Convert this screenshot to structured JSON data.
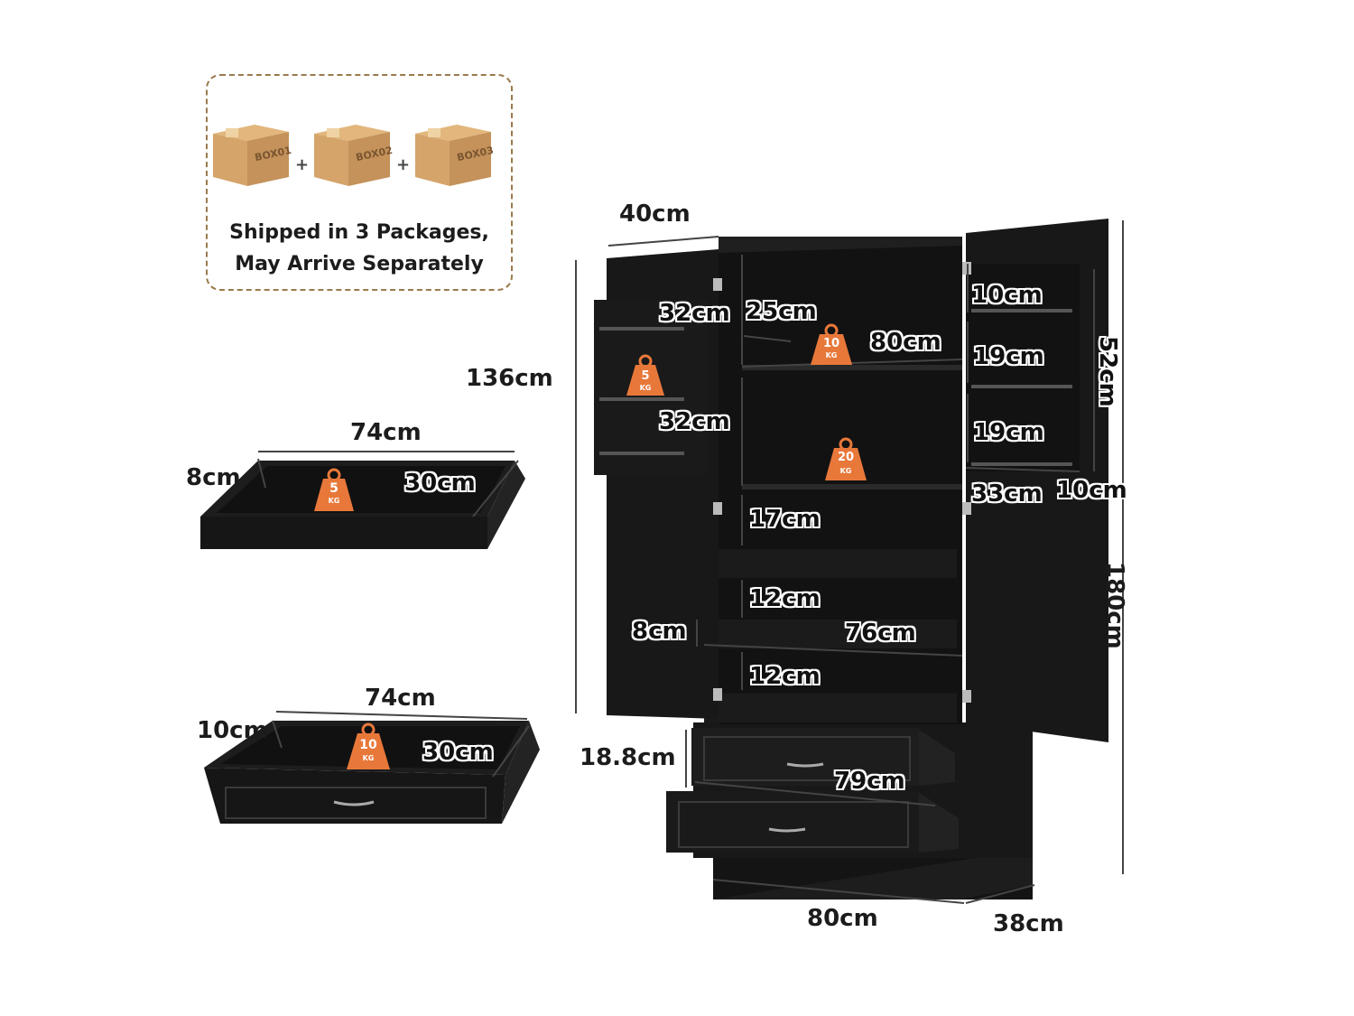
{
  "packages": {
    "boxes": [
      "BOX01",
      "BOX02",
      "BOX03"
    ],
    "line1": "Shipped in 3 Packages,",
    "line2": "May Arrive Separately"
  },
  "small_drawer": {
    "width": "74cm",
    "height": "8cm",
    "depth": "30cm",
    "weight_value": "5",
    "weight_unit": "KG"
  },
  "large_drawer": {
    "width": "74cm",
    "height": "10cm",
    "depth": "30cm",
    "weight_value": "10",
    "weight_unit": "KG"
  },
  "cabinet": {
    "door_width": "40cm",
    "left_door_height": "136cm",
    "total_height": "180cm",
    "door_rack_height": "52cm",
    "left_rack_shelf_top": "32cm",
    "left_rack_shelf_bottom": "32cm",
    "left_rack_weight": "5",
    "shelf_top_height": "25cm",
    "shelf_width": "80cm",
    "shelf_top_weight": "10",
    "shelf_mid_weight": "20",
    "right_rack_gap1": "10cm",
    "right_rack_gap2": "19cm",
    "right_rack_gap3": "19cm",
    "right_rack_width": "33cm",
    "right_rack_depth": "10cm",
    "gap_17": "17cm",
    "gap_12a": "12cm",
    "gap_12b": "12cm",
    "inner_drawer_h": "8cm",
    "inner_drawer_w": "76cm",
    "big_drawer_h": "18.8cm",
    "big_drawer_w": "79cm",
    "base_width": "80cm",
    "base_depth": "38cm",
    "weight_unit": "KG"
  },
  "colors": {
    "furniture": "#161616",
    "weight_badge": "#e8783a",
    "box": "#d4a46a",
    "dash_border": "#9a7a4c"
  }
}
